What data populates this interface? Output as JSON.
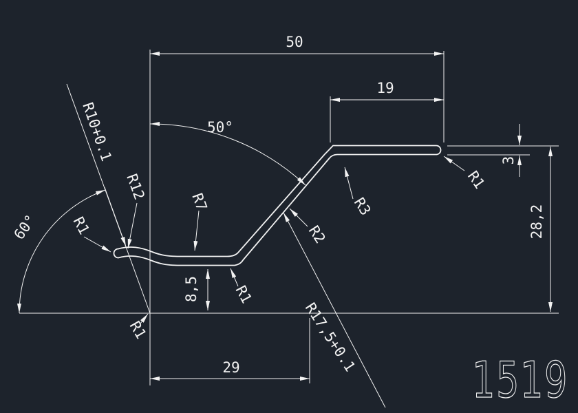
{
  "drawing": {
    "part_number": "1519",
    "dimensions": {
      "width_total": "50",
      "width_top": "19",
      "width_bottom": "29",
      "height_total": "28,2",
      "height_left": "8,5",
      "thickness": "3",
      "angle_top": "50°",
      "angle_left": "60°"
    },
    "radii": {
      "r10": "R10+0.1",
      "r12": "R12",
      "r1_left": "R1",
      "r7": "R7",
      "r1_bend": "R1",
      "r2": "R2",
      "r3": "R3",
      "r1_end": "R1",
      "r17": "R17,5+0.1",
      "r1_vertex": "R1"
    },
    "colors": {
      "background": "#1d232c",
      "line": "#f2f2f2"
    }
  }
}
